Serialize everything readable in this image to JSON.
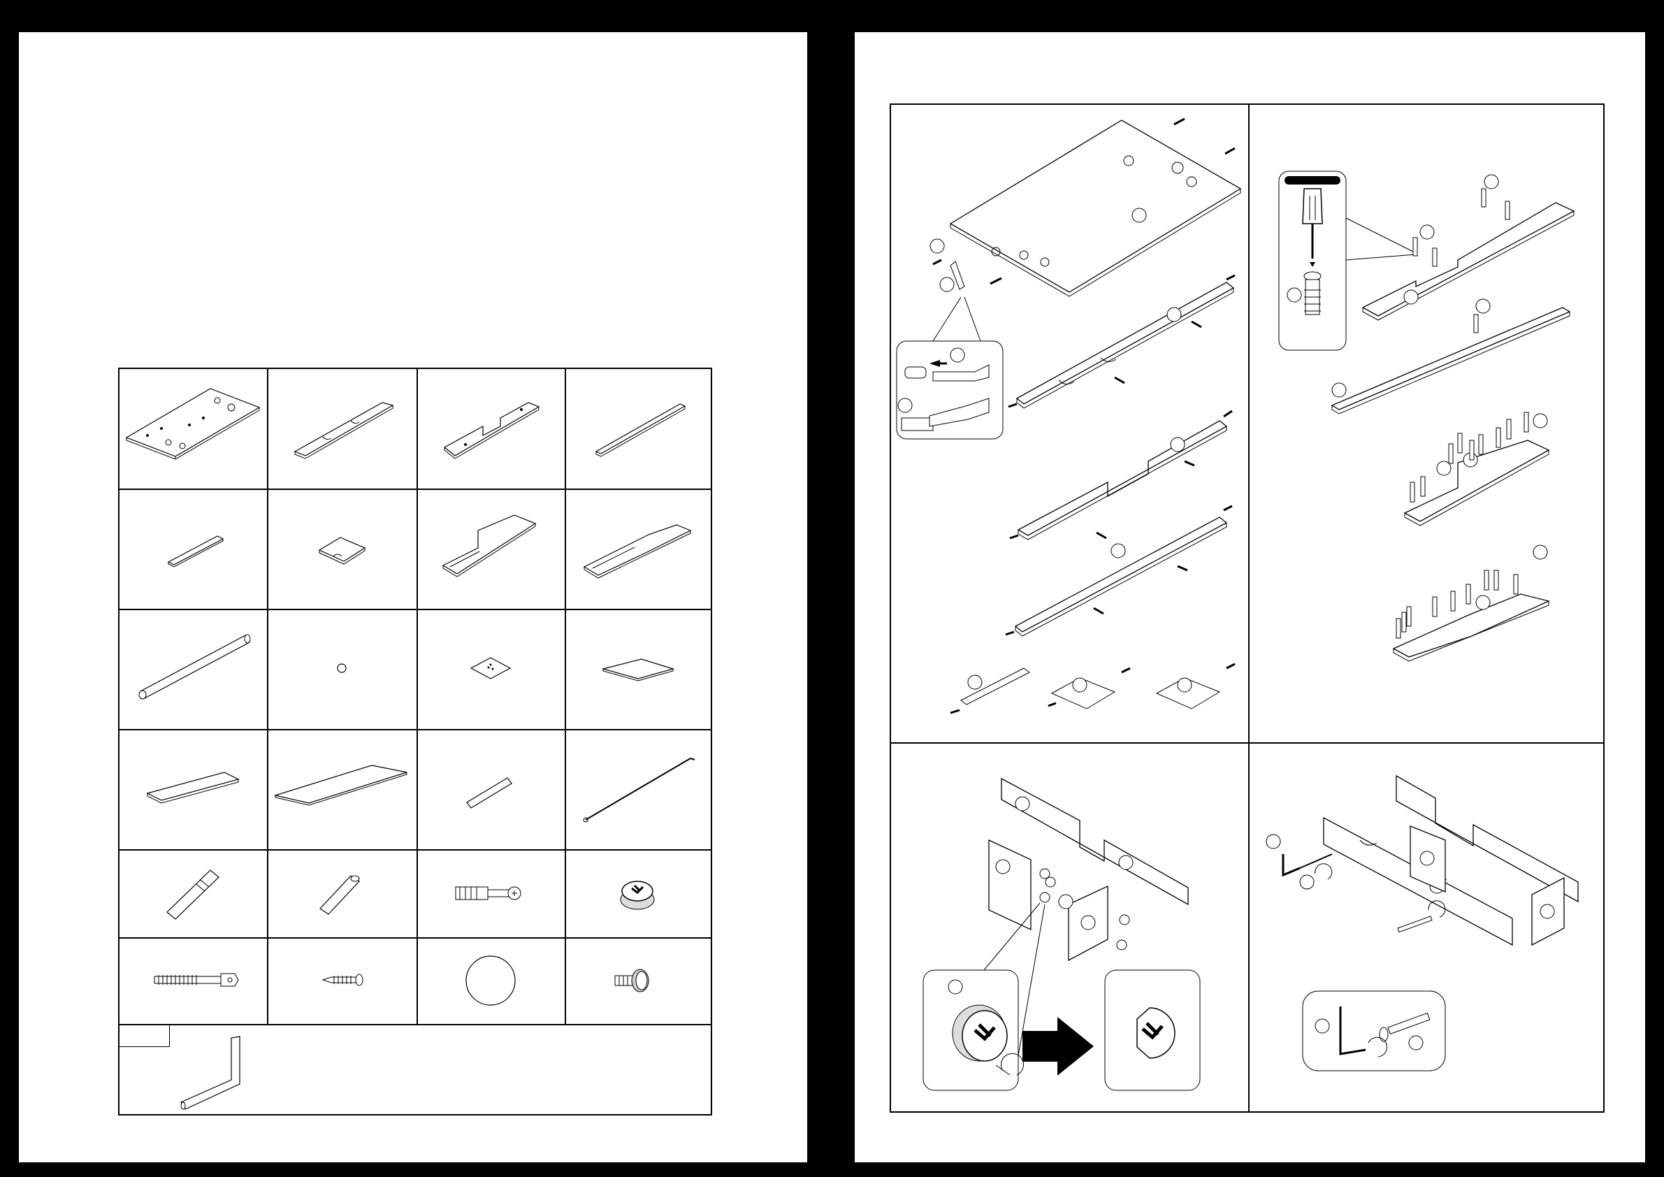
{
  "document": {
    "pages": [
      {
        "id": "parts-list-page",
        "cells": 25
      },
      {
        "id": "assembly-steps-page",
        "steps": 4
      }
    ]
  },
  "parts": [
    {
      "icon": "large-panel-icon"
    },
    {
      "icon": "long-panel-with-notches-icon"
    },
    {
      "icon": "stepped-panel-icon"
    },
    {
      "icon": "long-rail-icon"
    },
    {
      "icon": "short-board-icon"
    },
    {
      "icon": "small-notched-plate-icon"
    },
    {
      "icon": "l-shaped-board-icon"
    },
    {
      "icon": "l-shaped-board-mirror-icon"
    },
    {
      "icon": "long-tube-icon"
    },
    {
      "icon": "small-knob-icon"
    },
    {
      "icon": "square-plate-icon"
    },
    {
      "icon": "small-shelf-icon"
    },
    {
      "icon": "tray-board-icon"
    },
    {
      "icon": "long-shelf-board-icon"
    },
    {
      "icon": "short-dowel-rod-icon"
    },
    {
      "icon": "support-rod-icon"
    },
    {
      "icon": "wood-dowel-icon"
    },
    {
      "icon": "plain-dowel-icon"
    },
    {
      "icon": "cam-bolt-icon"
    },
    {
      "icon": "cam-lock-nut-icon"
    },
    {
      "icon": "long-bolt-icon"
    },
    {
      "icon": "wood-screw-icon"
    },
    {
      "icon": "round-disc-icon"
    },
    {
      "icon": "flat-head-bolt-icon"
    },
    {
      "icon": "allen-key-icon"
    }
  ],
  "steps": [
    {
      "icon": "step-insert-dowels-icon"
    },
    {
      "icon": "step-insert-cam-bolts-icon"
    },
    {
      "icon": "step-lock-cam-nuts-icon"
    },
    {
      "icon": "step-fasten-bolts-icon"
    }
  ]
}
